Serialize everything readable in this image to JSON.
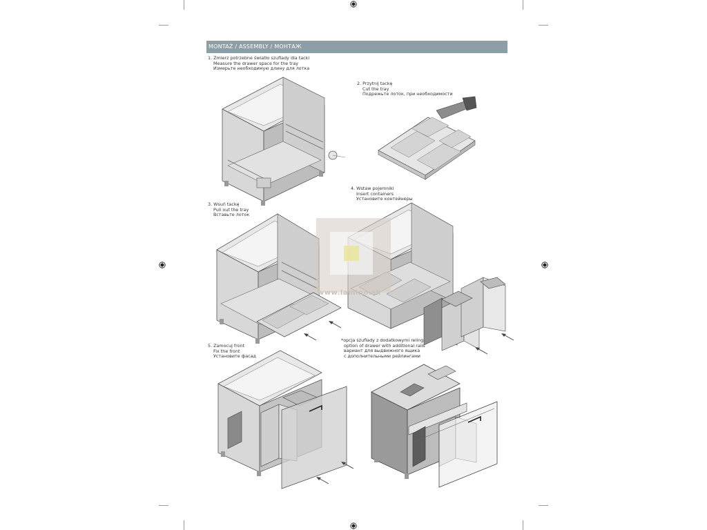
{
  "header": {
    "title": "MONTAŻ / ASSEMBLY / МОНТАЖ"
  },
  "steps": [
    {
      "l1": "1. Zmierz potrzebne światło szuflady dla tacki",
      "l2": "Measure the drawer space for the tray",
      "l3": "Измерьте необходимую длину для лотка"
    },
    {
      "l1": "2. Przytnij tackę",
      "l2": "Cut the tray",
      "l3": "Подрежьте лоток, при необходимости"
    },
    {
      "l1": "3. Wsuń tackę",
      "l2": "Pull out the tray",
      "l3": "Вставьте лоток"
    },
    {
      "l1": "4. Wstaw pojemniki",
      "l2": "Insert containers",
      "l3": "Установите контейнеры"
    },
    {
      "l1": "5. Zamocuj front",
      "l2": "Fix the front",
      "l3": "Установите фасад"
    }
  ],
  "note": {
    "lines": [
      "*opcja szuflady z dodatkowymi relingami",
      "option of drawer with additional rails",
      "вариант для выдвижного ящика",
      "с дополнительными рейлингами"
    ]
  },
  "watermark": {
    "text": "www.lamino.sk"
  },
  "colors": {
    "header_bg": "#8c9ea6",
    "cabinet": "#dcdcdc",
    "outline": "#555555"
  }
}
